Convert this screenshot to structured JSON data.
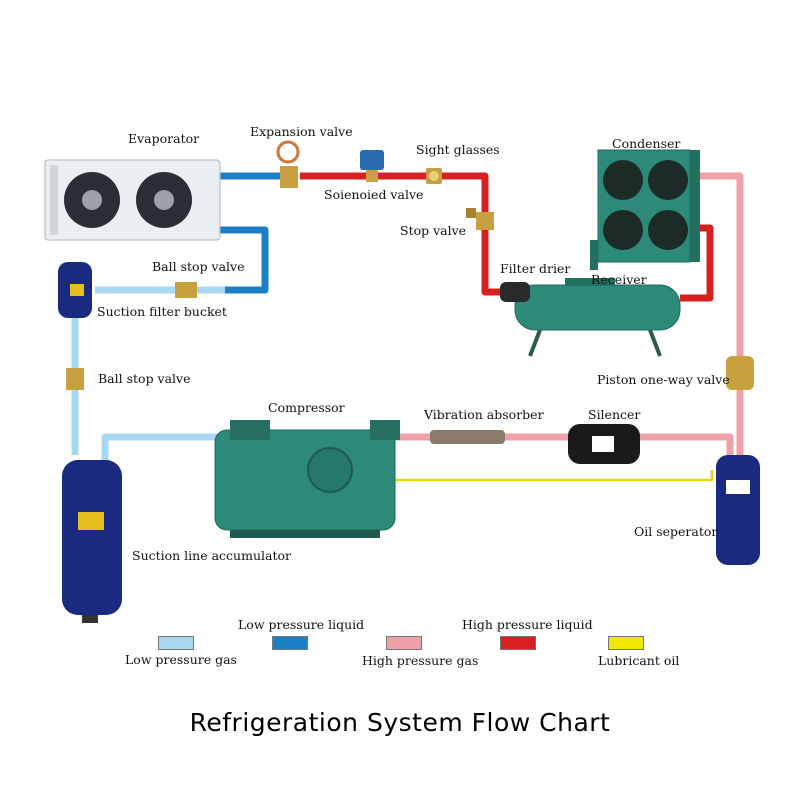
{
  "title": "Refrigeration System Flow Chart",
  "components": {
    "evaporator": "Evaporator",
    "expansion_valve": "Expansion valve",
    "sight_glasses": "Sight glasses",
    "solenoid_valve": "Soienoied valve",
    "stop_valve": "Stop valve",
    "condenser": "Condenser",
    "ball_stop_valve_top": "Ball stop valve",
    "suction_filter_bucket": "Suction filter bucket",
    "filter_drier": "Filter drier",
    "receiver": "Receiver",
    "ball_stop_valve_left": "Ball stop valve",
    "piston_valve": "Piston one-way valve",
    "compressor": "Compressor",
    "vibration_absorber": "Vibration absorber",
    "silencer": "Silencer",
    "oil_separator": "Oil seperator",
    "suction_accumulator": "Suction line accumulator"
  },
  "legend": {
    "low_gas": "Low pressure gas",
    "low_liquid": "Low pressure liquid",
    "high_gas": "High pressure gas",
    "high_liquid": "High pressure liquid",
    "oil": "Lubricant oil"
  },
  "colors": {
    "low_gas": "#a8d8f0",
    "low_liquid": "#1a7fc4",
    "high_gas": "#f0a0a8",
    "high_liquid": "#d82020",
    "oil": "#f0e800",
    "equipment_green": "#2e8a78",
    "tank_blue": "#1a2a80"
  }
}
